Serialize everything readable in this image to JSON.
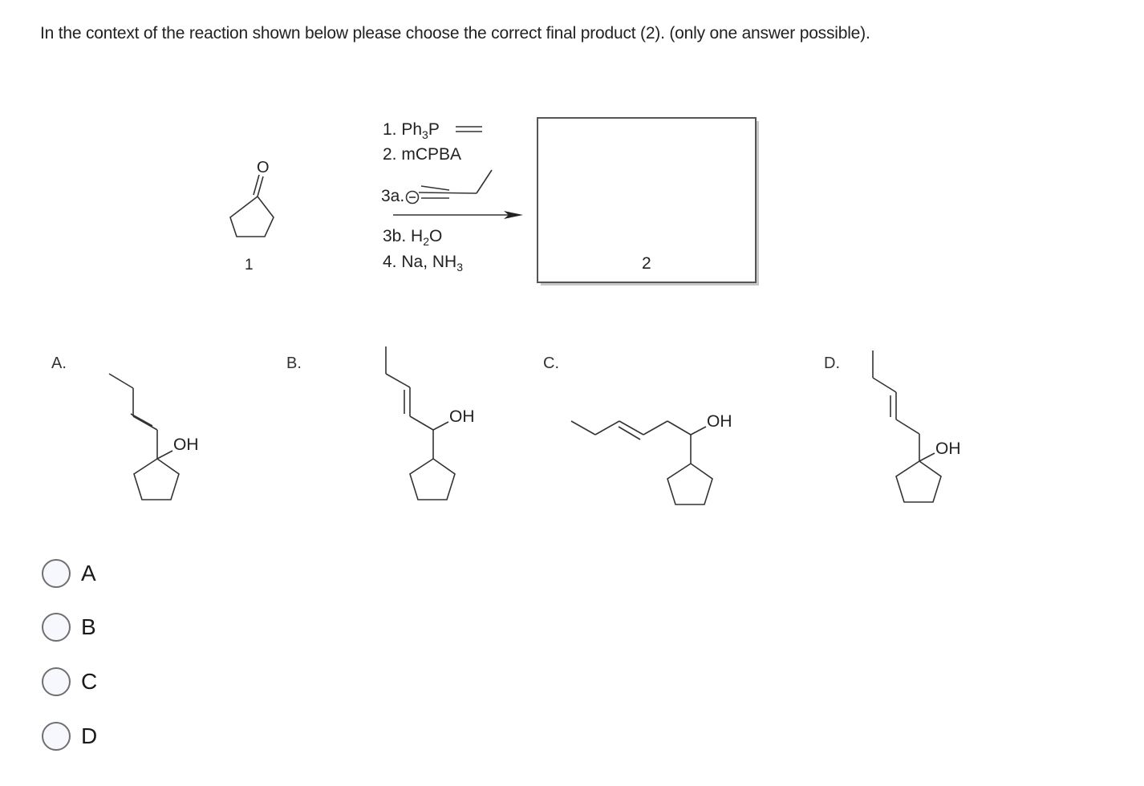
{
  "question": {
    "text": "In the context of the reaction shown below please choose the correct final product (2).  (only one answer possible)."
  },
  "reaction": {
    "starting_material_label": "1",
    "starting_material_name": "cyclopentanone",
    "oxygen_label": "O",
    "reagents": {
      "step1_prefix": "1. Ph",
      "step1_sub": "3",
      "step1_suffix": "P",
      "step2": "2. mCPBA",
      "step3a": "3a.",
      "step3b_prefix": "3b. H",
      "step3b_sub": "2",
      "step3b_suffix": "O",
      "step4_prefix": "4. Na, NH",
      "step4_sub": "3"
    },
    "product_box_label": "2"
  },
  "choices_structures": [
    {
      "label": "A.",
      "oh": "OH",
      "description": "1-(but-1-enyl)cyclopentan-1-ol"
    },
    {
      "label": "B.",
      "oh": "OH",
      "description": "1-cyclopentylpent-2-en-1-ol"
    },
    {
      "label": "C.",
      "oh": "OH",
      "description": "1-cyclopentylhex-3-en-1-ol"
    },
    {
      "label": "D.",
      "oh": "OH",
      "description": "1-(pent-2-enyl)cyclopentan-1-ol"
    }
  ],
  "answers": [
    {
      "label": "A",
      "selected": false
    },
    {
      "label": "B",
      "selected": false
    },
    {
      "label": "C",
      "selected": false
    },
    {
      "label": "D",
      "selected": false
    }
  ]
}
